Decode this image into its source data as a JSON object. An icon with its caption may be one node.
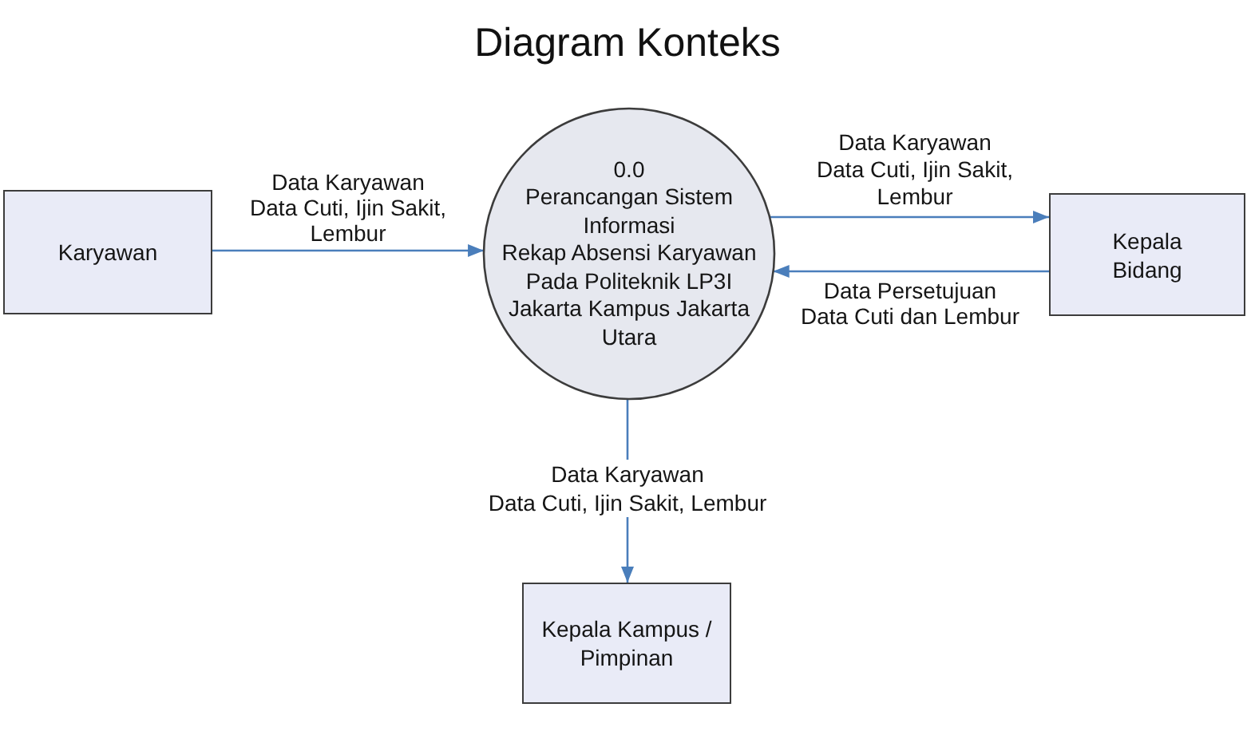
{
  "diagram": {
    "title": "Diagram Konteks",
    "nodes": [
      {
        "text": [
          "Karyawan"
        ]
      },
      {
        "text": [
          "0.0",
          "Perancangan Sistem Informasi",
          "Rekap Absensi Karyawan Pada Politeknik LP3I Jakarta Kampus Jakarta Utara"
        ]
      },
      {
        "text": [
          "Kepala Bidang"
        ]
      },
      {
        "text": [
          "Kepala Kampus / Pimpinan"
        ]
      }
    ],
    "edges": [
      {
        "from": 0,
        "to": 1,
        "arrow": "to",
        "label": "Data Karyawan Data Cuti, Ijin Sakit, Lembur"
      },
      {
        "from": 1,
        "to": 2,
        "arrow": "to",
        "label": "Data Karyawan Data Cuti, Ijin Sakit, Lembur"
      },
      {
        "from": 2,
        "to": 1,
        "arrow": "to",
        "label": "Data Persetujuan Data Cuti dan Lembur"
      },
      {
        "from": 1,
        "to": 3,
        "arrow": "to",
        "label": "Data Karyawan Data Cuti, Ijin Sakit, Lembur"
      }
    ]
  }
}
